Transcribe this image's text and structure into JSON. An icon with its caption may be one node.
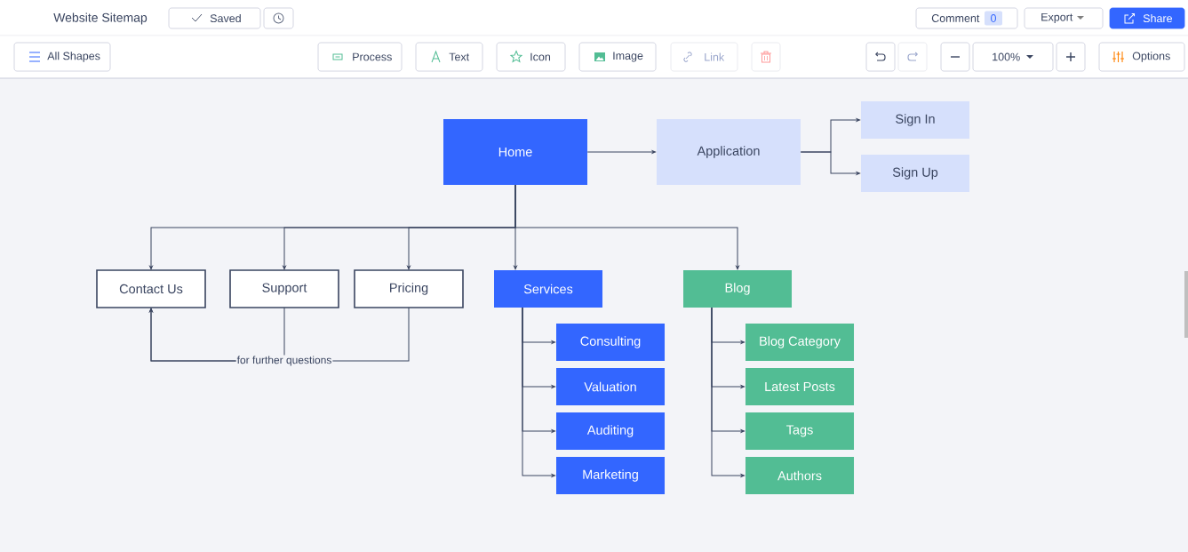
{
  "diagram": {
    "title": "Website Sitemap",
    "nodes": [
      {
        "text": [
          "Home"
        ]
      },
      {
        "text": [
          "Application"
        ]
      },
      {
        "text": [
          "Sign In"
        ]
      },
      {
        "text": [
          "Sign Up"
        ]
      },
      {
        "text": [
          "Contact Us"
        ]
      },
      {
        "text": [
          "Support"
        ]
      },
      {
        "text": [
          "Pricing"
        ]
      },
      {
        "text": [
          "Services"
        ]
      },
      {
        "text": [
          "Blog"
        ]
      },
      {
        "text": [
          "Consulting"
        ]
      },
      {
        "text": [
          "Valuation"
        ]
      },
      {
        "text": [
          "Auditing"
        ]
      },
      {
        "text": [
          "Marketing"
        ]
      },
      {
        "text": [
          "Blog Category"
        ]
      },
      {
        "text": [
          "Latest Posts"
        ]
      },
      {
        "text": [
          "Tags"
        ]
      },
      {
        "text": [
          "Authors"
        ]
      }
    ],
    "edges": [
      {
        "from": 0,
        "to": 1,
        "arrow": "to"
      },
      {
        "from": 1,
        "to": 2,
        "arrow": "to"
      },
      {
        "from": 1,
        "to": 3,
        "arrow": "to"
      },
      {
        "from": 0,
        "to": 4,
        "arrow": "to"
      },
      {
        "from": 0,
        "to": 5,
        "arrow": "to"
      },
      {
        "from": 0,
        "to": 6,
        "arrow": "to"
      },
      {
        "from": 0,
        "to": 7,
        "arrow": "to"
      },
      {
        "from": 0,
        "to": 8,
        "arrow": "to"
      },
      {
        "from": 7,
        "to": 9,
        "arrow": "to"
      },
      {
        "from": 7,
        "to": 10,
        "arrow": "to"
      },
      {
        "from": 7,
        "to": 11,
        "arrow": "to"
      },
      {
        "from": 7,
        "to": 12,
        "arrow": "to"
      },
      {
        "from": 8,
        "to": 13,
        "arrow": "to"
      },
      {
        "from": 8,
        "to": 14,
        "arrow": "to"
      },
      {
        "from": 8,
        "to": 15,
        "arrow": "to"
      },
      {
        "from": 8,
        "to": 16,
        "arrow": "to"
      },
      {
        "from": 5,
        "to": 4,
        "arrow": "to",
        "label": "for further questions"
      },
      {
        "from": 6,
        "to": 4,
        "arrow": "to"
      }
    ],
    "labels": [
      "Saved",
      "Comment",
      "0",
      "Export",
      "Share",
      "All Shapes",
      "Process",
      "Text",
      "Icon",
      "Image",
      "Link",
      "100%",
      "Options"
    ]
  }
}
